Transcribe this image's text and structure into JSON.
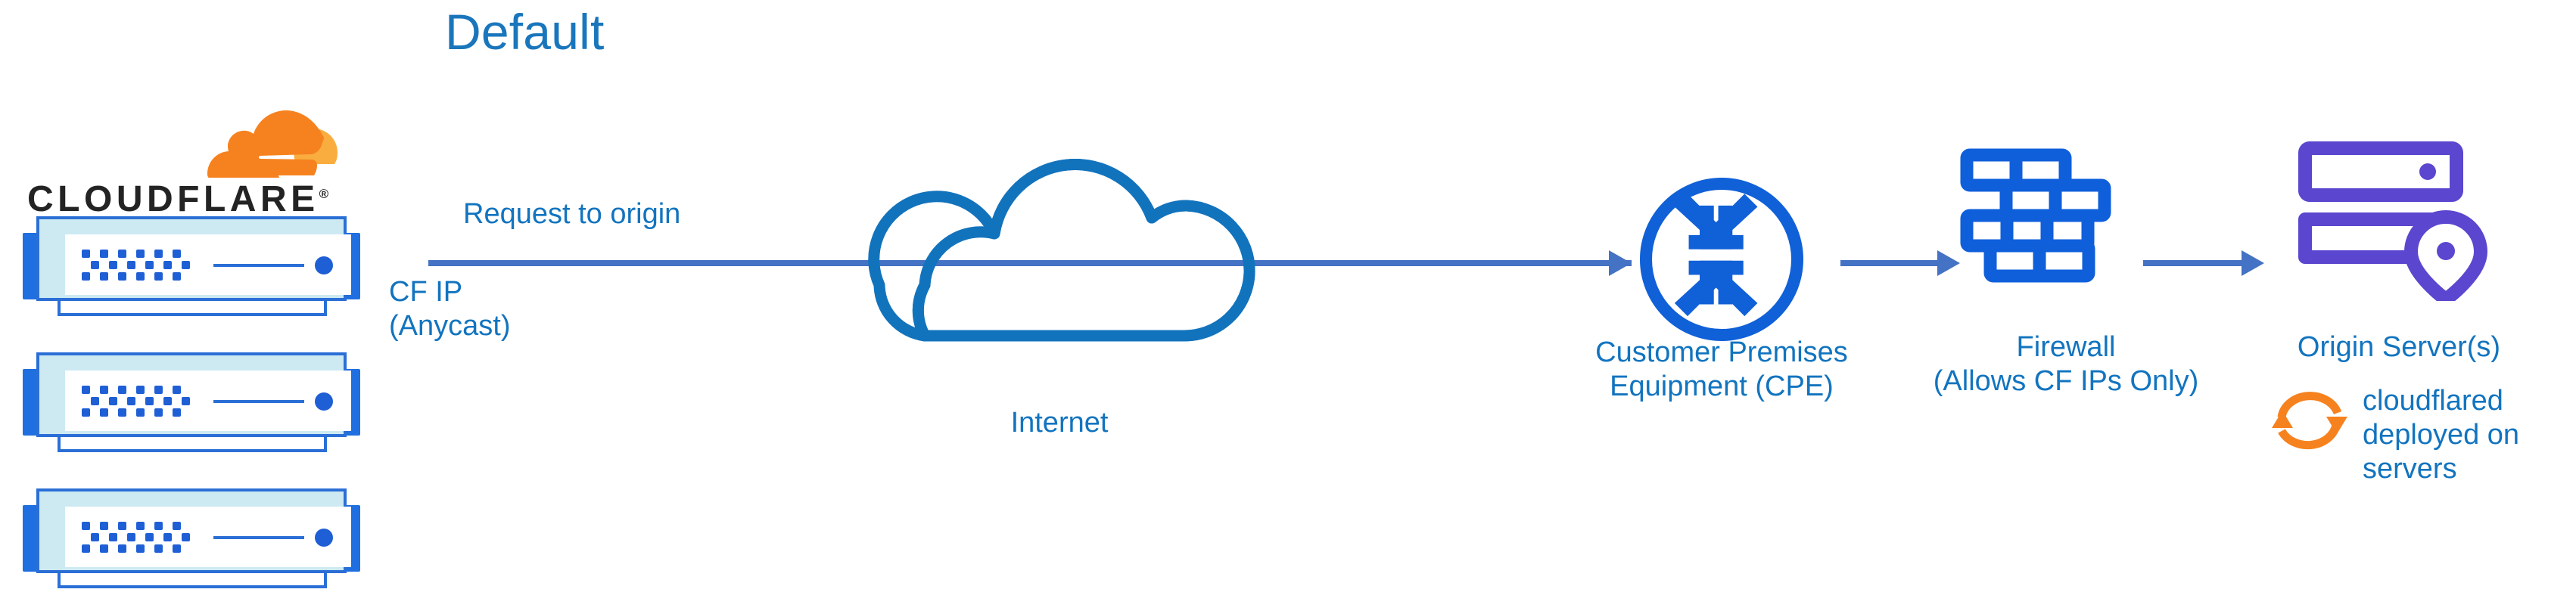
{
  "diagram": {
    "title": "Default",
    "title_color": "#1a76bc",
    "background": "#ffffff"
  },
  "brand": {
    "logo_wordmark": "CLOUDFLARE",
    "logo_registered_mark": "®",
    "logo_icon_name": "cloudflare-cloud-logo",
    "orange_primary": "#f6821f",
    "orange_secondary": "#faad3f",
    "wordmark_color": "#232323"
  },
  "edge_servers": {
    "icon_name": "server-appliance-icon",
    "count": 3,
    "chassis_fill": "#cdeaf3",
    "outline_color": "#2b6fd6",
    "accent_color": "#1f5fd6"
  },
  "flow": {
    "request_label": "Request to origin",
    "cf_ip_label": "CF IP\n(Anycast)",
    "arrow_color": "#4472c4"
  },
  "nodes": {
    "internet": {
      "label": "Internet",
      "icon_name": "cloud-icon",
      "color": "#1273bd"
    },
    "cpe": {
      "label": "Customer Premises\nEquipment (CPE)",
      "icon_name": "router-icon",
      "color": "#1060d8",
      "label_color": "#1274bf"
    },
    "firewall": {
      "label": "Firewall\n(Allows CF IPs Only)",
      "icon_name": "firewall-brick-wall-icon",
      "color": "#0f5fdb",
      "label_color": "#1274bf"
    },
    "origin": {
      "label": "Origin Server(s)",
      "icon_name": "origin-server-location-icon",
      "color": "#5b46cf",
      "label_color": "#1274bf"
    }
  },
  "annotation": {
    "cloudflared": {
      "text": "cloudflared\ndeployed on\nservers",
      "icon_name": "sync-refresh-icon",
      "icon_color": "#f6821f",
      "text_color": "#1274bf"
    }
  }
}
